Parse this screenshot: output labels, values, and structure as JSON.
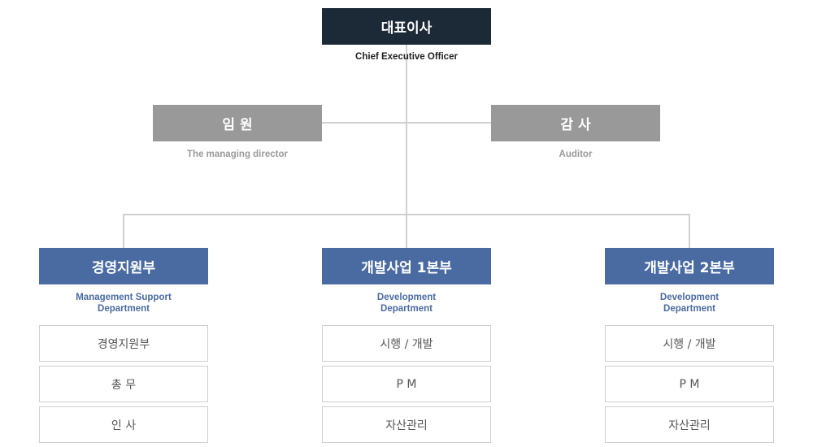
{
  "ceo": {
    "title": "대표이사",
    "subtitle": "Chief Executive Officer"
  },
  "executive": {
    "title": "임 원",
    "subtitle": "The managing director"
  },
  "auditor": {
    "title": "감 사",
    "subtitle": "Auditor"
  },
  "departments": [
    {
      "title": "경영지원부",
      "subtitle_line1": "Management Support",
      "subtitle_line2": "Department",
      "items": [
        "경영지원부",
        "총 무",
        "인 사"
      ]
    },
    {
      "title": "개발사업 1본부",
      "subtitle_line1": "Development",
      "subtitle_line2": "Department",
      "items": [
        "시행 / 개발",
        "P M",
        "자산관리"
      ]
    },
    {
      "title": "개발사업 2본부",
      "subtitle_line1": "Development",
      "subtitle_line2": "Department",
      "items": [
        "시행 / 개발",
        "P M",
        "자산관리"
      ]
    }
  ],
  "colors": {
    "ceo": "#1c2937",
    "executive": "#999999",
    "department": "#4a6ba2",
    "connector": "#cfcfcf"
  }
}
